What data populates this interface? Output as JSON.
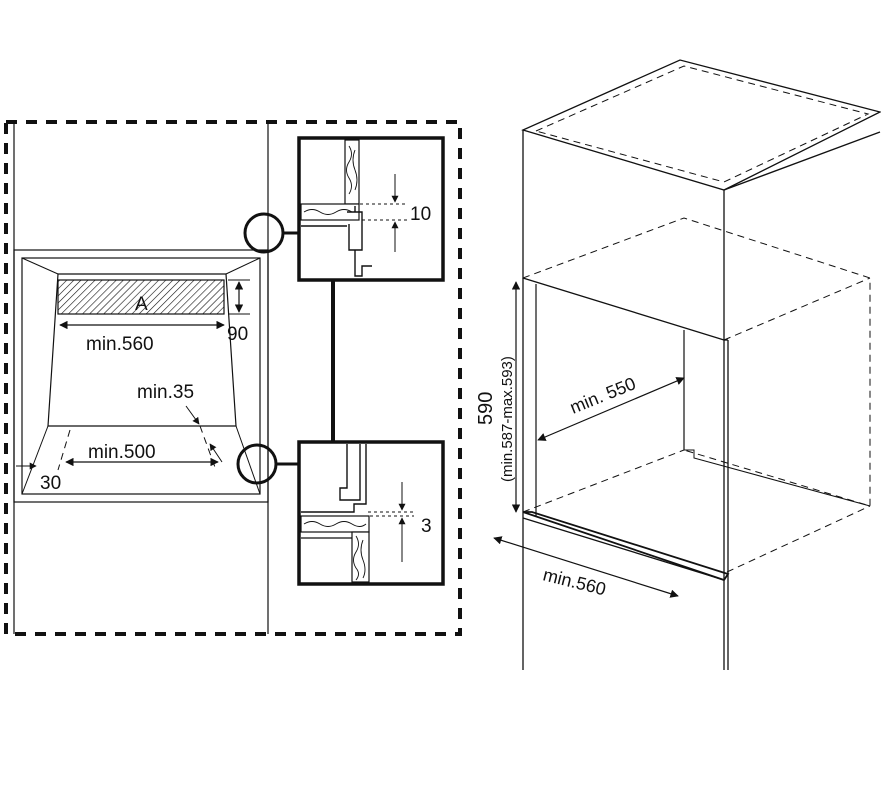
{
  "left_view": {
    "label_a": "A",
    "dim_90": "90",
    "dim_min560": "min.560",
    "dim_min35": "min.35",
    "dim_min500": "min.500",
    "dim_30": "30"
  },
  "details": {
    "top_gap": "10",
    "bottom_gap": "3"
  },
  "right_view": {
    "height_main": "590",
    "height_range": "(min.587-max.593)",
    "depth": "min. 550",
    "width": "min.560"
  },
  "colors": {
    "line": "#111111",
    "background": "#ffffff"
  }
}
